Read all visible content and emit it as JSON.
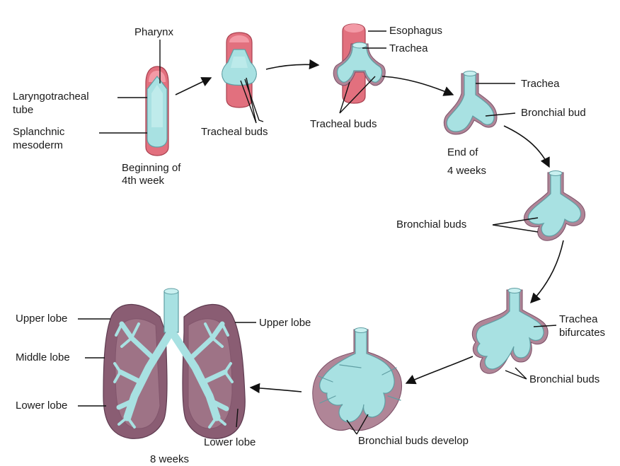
{
  "labels": {
    "pharynx": "Pharynx",
    "laryngotracheal_1": "Laryngotracheal",
    "laryngotracheal_2": "tube",
    "splanchnic_1": "Splanchnic",
    "splanchnic_2": "mesoderm",
    "beginning_1": "Beginning of",
    "beginning_2": "4th week",
    "tracheal_buds_1": "Tracheal buds",
    "tracheal_buds_2": "Tracheal buds",
    "esophagus": "Esophagus",
    "trachea_1": "Trachea",
    "trachea_2": "Trachea",
    "bronchial_bud": "Bronchial bud",
    "end_of_1": "End of",
    "end_of_2": "4 weeks",
    "bronchial_buds_1": "Bronchial buds",
    "trachea_bifurcates_1": "Trachea",
    "trachea_bifurcates_2": "bifurcates",
    "bronchial_buds_2": "Bronchial buds",
    "bronchial_buds_develop": "Bronchial buds develop",
    "upper_lobe_left": "Upper lobe",
    "middle_lobe": "Middle lobe",
    "lower_lobe_left": "Lower lobe",
    "upper_lobe_right": "Upper lobe",
    "lower_lobe_right": "Lower lobe",
    "eight_weeks": "8 weeks"
  },
  "colors": {
    "teal": "#a8e1e2",
    "mauve": "#8a5d73",
    "pink": "#e2707e"
  }
}
